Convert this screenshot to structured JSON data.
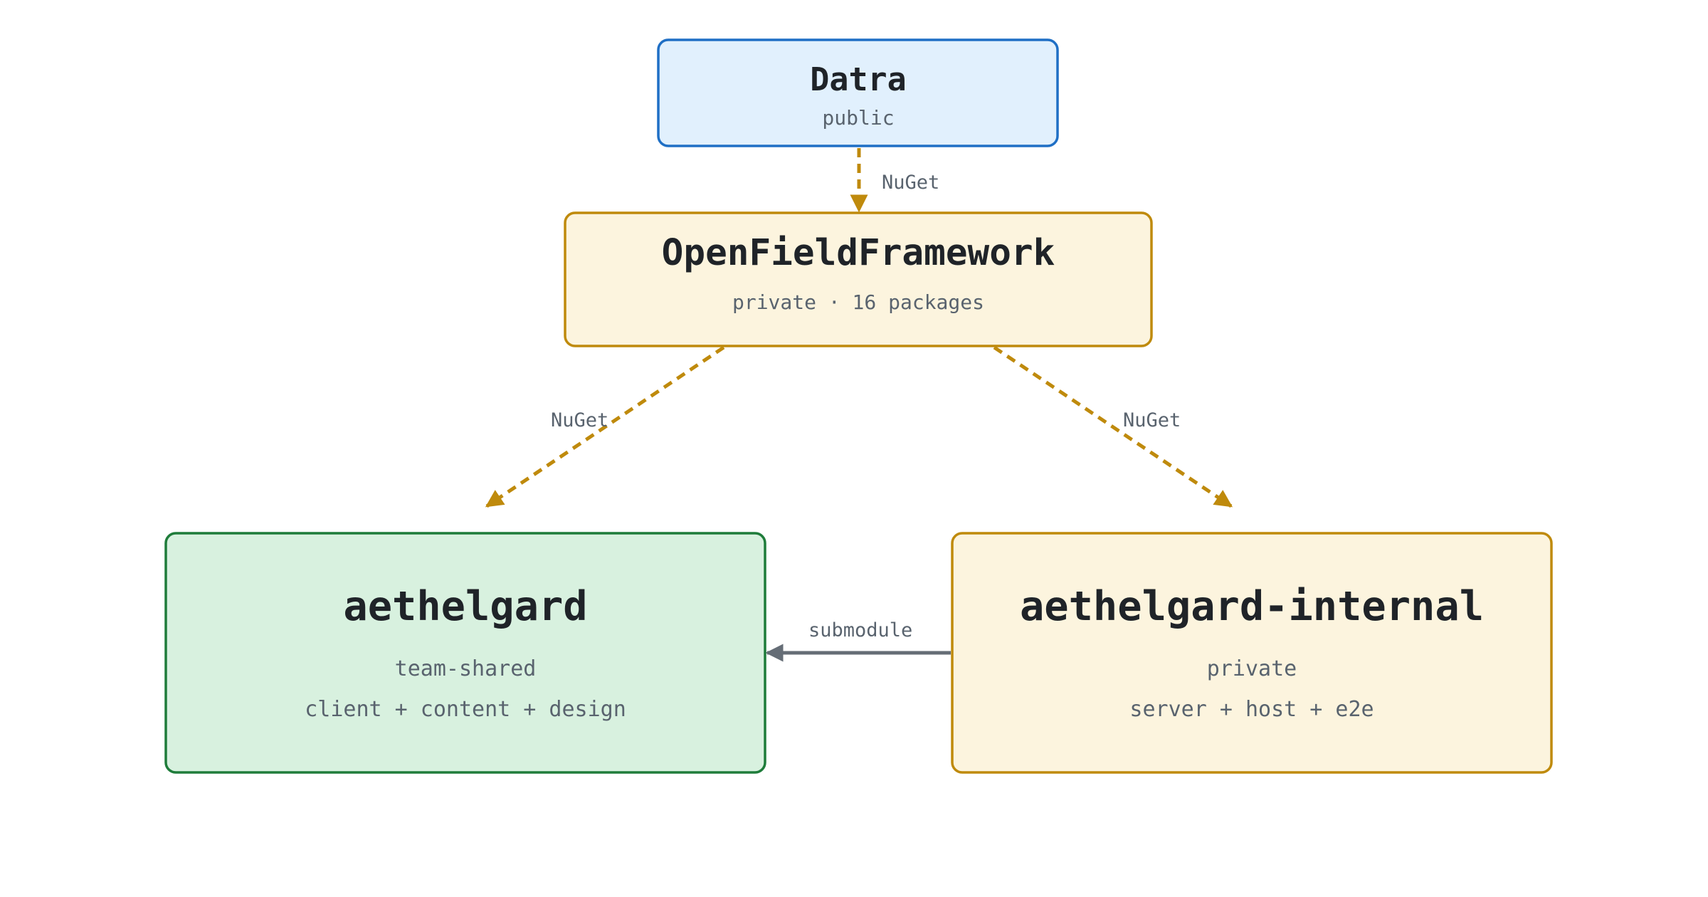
{
  "colors": {
    "public_fill": "#e1f0fd",
    "public_stroke": "#1f6fc5",
    "private_fill": "#fcf4de",
    "private_stroke": "#bf8a0c",
    "shared_fill": "#d8f1df",
    "shared_stroke": "#1e7c3a",
    "nuget_edge": "#bf8a0c",
    "submodule_edge": "#656d76",
    "title_text": "#1f2328",
    "sub_text": "#59636e"
  },
  "nodes": {
    "datra": {
      "title": "Datra",
      "visibility": "public"
    },
    "openfield": {
      "title": "OpenFieldFramework",
      "visibility": "private · 16 packages"
    },
    "aethelgard": {
      "title": "aethelgard",
      "visibility": "team-shared",
      "contents": "client + content + design"
    },
    "aethelgard_internal": {
      "title": "aethelgard-internal",
      "visibility": "private",
      "contents": "server + host + e2e"
    }
  },
  "edges": {
    "datra_to_openfield": {
      "label": "NuGet",
      "from": "Datra",
      "to": "OpenFieldFramework",
      "style": "dashed"
    },
    "openfield_to_aethelgard": {
      "label": "NuGet",
      "from": "OpenFieldFramework",
      "to": "aethelgard",
      "style": "dashed"
    },
    "openfield_to_internal": {
      "label": "NuGet",
      "from": "OpenFieldFramework",
      "to": "aethelgard-internal",
      "style": "dashed"
    },
    "internal_to_aethelgard": {
      "label": "submodule",
      "from": "aethelgard-internal",
      "to": "aethelgard",
      "style": "solid"
    }
  }
}
